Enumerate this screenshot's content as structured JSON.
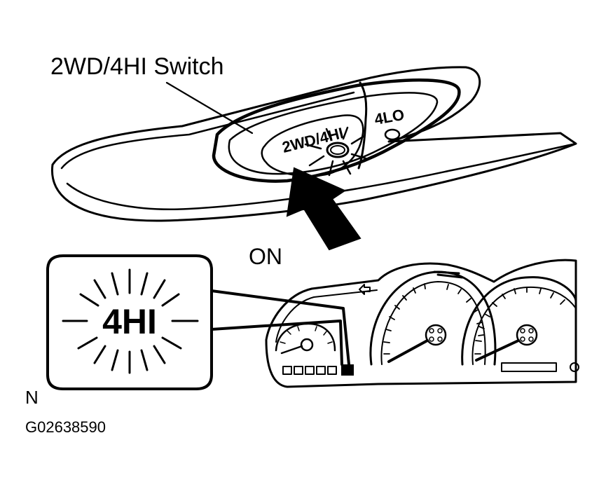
{
  "diagram": {
    "callout_title": "2WD/4HI Switch",
    "switch_main_label": "2WD/4HI",
    "switch_secondary_label": "4LO",
    "action_label": "ON",
    "indicator_label": "4HI",
    "corner_letter": "N",
    "figure_code": "G02638590"
  },
  "colors": {
    "ink": "#000000",
    "background": "#ffffff"
  }
}
